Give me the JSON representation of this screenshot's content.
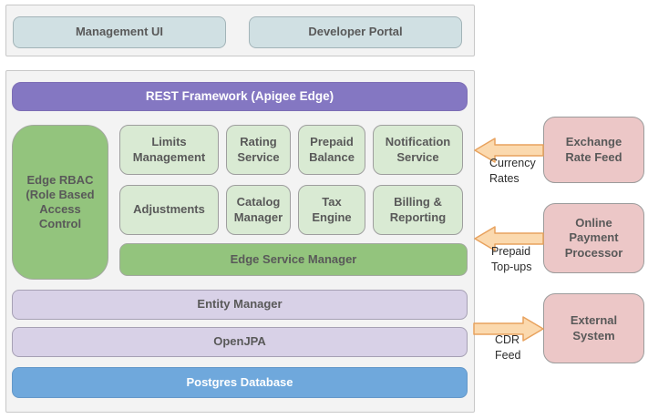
{
  "colors": {
    "page-bg": "#ffffff",
    "panel-bg": "#f3f3f3",
    "panel-border": "#c8c8c8",
    "teal-box-bg": "#d0e0e3",
    "teal-box-border": "#a3b4b8",
    "purple-bg": "#8477c2",
    "purple-border": "#7d6eb5",
    "green-bg": "#93c47d",
    "green-border": "#a2a89e",
    "light-green-bg": "#d9ead3",
    "light-green-border": "#9e9e9e",
    "lavender-bg": "#d8d1e7",
    "lavender-border": "#a6a0b4",
    "blue-bg": "#6fa8dc",
    "blue-border": "#6498c9",
    "pink-bg": "#ecc7c7",
    "pink-border": "#9b9b9b",
    "arrow-fill": "#fbd9ae",
    "arrow-stroke": "#e8a25e",
    "label-text": "#595959",
    "light-text": "#ffffff",
    "annotation-text": "#2d2d2d"
  },
  "top_row": {
    "management_ui": "Management UI",
    "developer_portal": "Developer Portal"
  },
  "main": {
    "header": "REST Framework (Apigee Edge)",
    "rbac": "Edge RBAC\n(Role Based\nAccess\nControl",
    "services": [
      {
        "label": "Limits\nManagement"
      },
      {
        "label": "Rating\nService"
      },
      {
        "label": "Prepaid\nBalance"
      },
      {
        "label": "Notification\nService"
      },
      {
        "label": "Adjustments"
      },
      {
        "label": "Catalog\nManager"
      },
      {
        "label": "Tax\nEngine"
      },
      {
        "label": "Billing &\nReporting"
      }
    ],
    "edge_service_manager": "Edge Service Manager",
    "entity_manager": "Entity Manager",
    "openjpa": "OpenJPA",
    "postgres": "Postgres Database"
  },
  "external": {
    "exchange_rate_feed": {
      "label": "Exchange\nRate Feed",
      "arrow_label": "Currency\nRates",
      "direction": "into-system"
    },
    "online_payment_processor": {
      "label": "Online\nPayment\nProcessor",
      "arrow_label": "Prepaid\nTop-ups",
      "direction": "into-system"
    },
    "external_system": {
      "label": "External\nSystem",
      "arrow_label": "CDR\nFeed",
      "direction": "out-of-system"
    }
  }
}
